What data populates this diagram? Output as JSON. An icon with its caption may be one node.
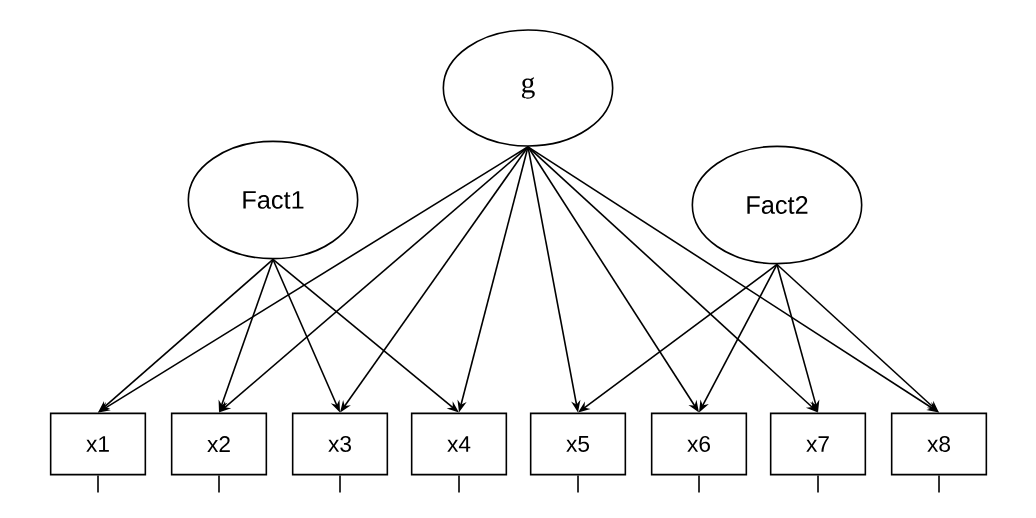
{
  "diagram": {
    "nodes": [
      {
        "text": [
          "g"
        ]
      },
      {
        "text": [
          "Fact1"
        ]
      },
      {
        "text": [
          "Fact2"
        ]
      },
      {
        "text": [
          "x1"
        ]
      },
      {
        "text": [
          "x2"
        ]
      },
      {
        "text": [
          "x3"
        ]
      },
      {
        "text": [
          "x4"
        ]
      },
      {
        "text": [
          "x5"
        ]
      },
      {
        "text": [
          "x6"
        ]
      },
      {
        "text": [
          "x7"
        ]
      },
      {
        "text": [
          "x8"
        ]
      }
    ],
    "edges": [
      {
        "from": 0,
        "to": 3,
        "arrow": "to"
      },
      {
        "from": 0,
        "to": 4,
        "arrow": "to"
      },
      {
        "from": 0,
        "to": 5,
        "arrow": "to"
      },
      {
        "from": 0,
        "to": 6,
        "arrow": "to"
      },
      {
        "from": 0,
        "to": 7,
        "arrow": "to"
      },
      {
        "from": 0,
        "to": 8,
        "arrow": "to"
      },
      {
        "from": 0,
        "to": 9,
        "arrow": "to"
      },
      {
        "from": 0,
        "to": 10,
        "arrow": "to"
      },
      {
        "from": 1,
        "to": 3,
        "arrow": "to"
      },
      {
        "from": 1,
        "to": 4,
        "arrow": "to"
      },
      {
        "from": 1,
        "to": 5,
        "arrow": "to"
      },
      {
        "from": 1,
        "to": 6,
        "arrow": "to"
      },
      {
        "from": 2,
        "to": 7,
        "arrow": "to"
      },
      {
        "from": 2,
        "to": 8,
        "arrow": "to"
      },
      {
        "from": 2,
        "to": 9,
        "arrow": "to"
      },
      {
        "from": 2,
        "to": 10,
        "arrow": "to"
      }
    ]
  }
}
